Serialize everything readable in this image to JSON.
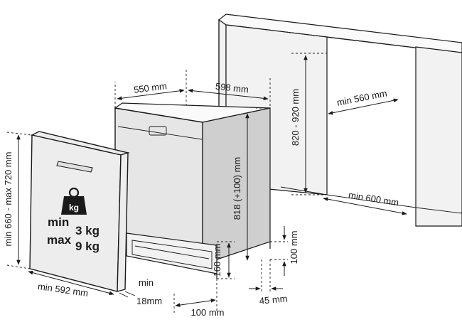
{
  "labels": {
    "depth": "550 mm",
    "width": "598 mm",
    "body_height": "818 (+100) mm",
    "niche_height": "820 - 920 mm",
    "niche_width": "min 560 mm",
    "niche_depth": "min 600 mm",
    "panel_height": "min 660 - max 720 mm",
    "panel_width": "min 592 mm",
    "plinth_gap_top": "min",
    "plinth_gap_bottom": "18mm",
    "plinth_height": "160 mm",
    "plinth_depth": "100 mm",
    "foot_height": "100 mm",
    "foot_offset": "45 mm",
    "weight_min_label": "min",
    "weight_min_value": "3 kg",
    "weight_max_label": "max",
    "weight_max_value": "9 kg",
    "weight_icon_text": "kg"
  },
  "colors": {
    "line": "#1a1a1a",
    "panel": "#ededed",
    "body": "#e6e6e6"
  },
  "icons": {
    "weight": "kettlebell-weight-icon",
    "arrow": "dimension-arrow-icon"
  }
}
